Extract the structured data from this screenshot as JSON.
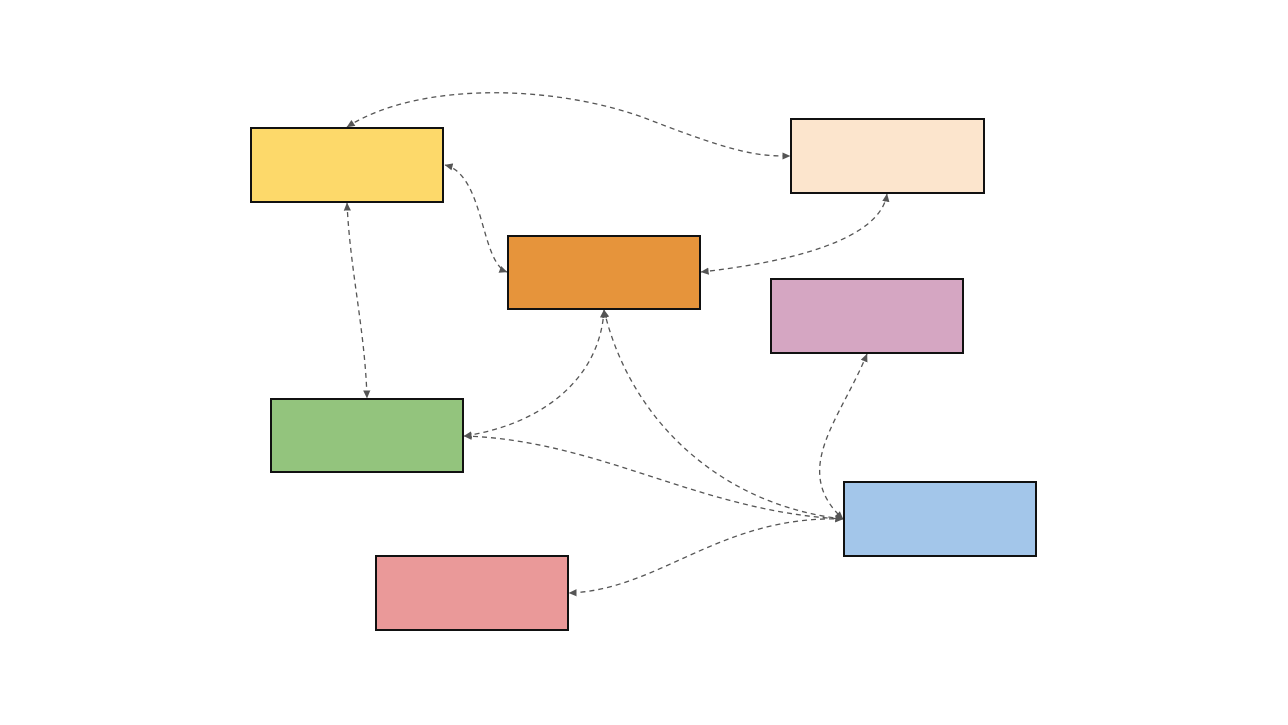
{
  "diagram": {
    "type": "flowchart",
    "nodes": [
      {
        "id": "yellow",
        "label": "",
        "fill": "#fdd96a"
      },
      {
        "id": "peach",
        "label": "",
        "fill": "#fce5cd"
      },
      {
        "id": "orange",
        "label": "",
        "fill": "#e6943b"
      },
      {
        "id": "pink",
        "label": "",
        "fill": "#d5a6c2"
      },
      {
        "id": "green",
        "label": "",
        "fill": "#93c47d"
      },
      {
        "id": "blue",
        "label": "",
        "fill": "#a3c6ea"
      },
      {
        "id": "red",
        "label": "",
        "fill": "#ea9999"
      }
    ],
    "edges": [
      {
        "from": "yellow",
        "to": "peach",
        "direction": "both",
        "style": "dashed"
      },
      {
        "from": "yellow",
        "to": "orange",
        "direction": "both",
        "style": "dashed"
      },
      {
        "from": "yellow",
        "to": "green",
        "direction": "both",
        "style": "dashed"
      },
      {
        "from": "orange",
        "to": "peach",
        "direction": "both",
        "style": "dashed"
      },
      {
        "from": "orange",
        "to": "green",
        "direction": "both",
        "style": "dashed"
      },
      {
        "from": "orange",
        "to": "blue",
        "direction": "both",
        "style": "dashed"
      },
      {
        "from": "green",
        "to": "blue",
        "direction": "both",
        "style": "dashed"
      },
      {
        "from": "pink",
        "to": "blue",
        "direction": "both",
        "style": "dashed"
      },
      {
        "from": "blue",
        "to": "red",
        "direction": "both",
        "style": "dashed"
      }
    ],
    "colors": {
      "edge": "#555555",
      "border": "#111111",
      "background": "#ffffff"
    }
  }
}
